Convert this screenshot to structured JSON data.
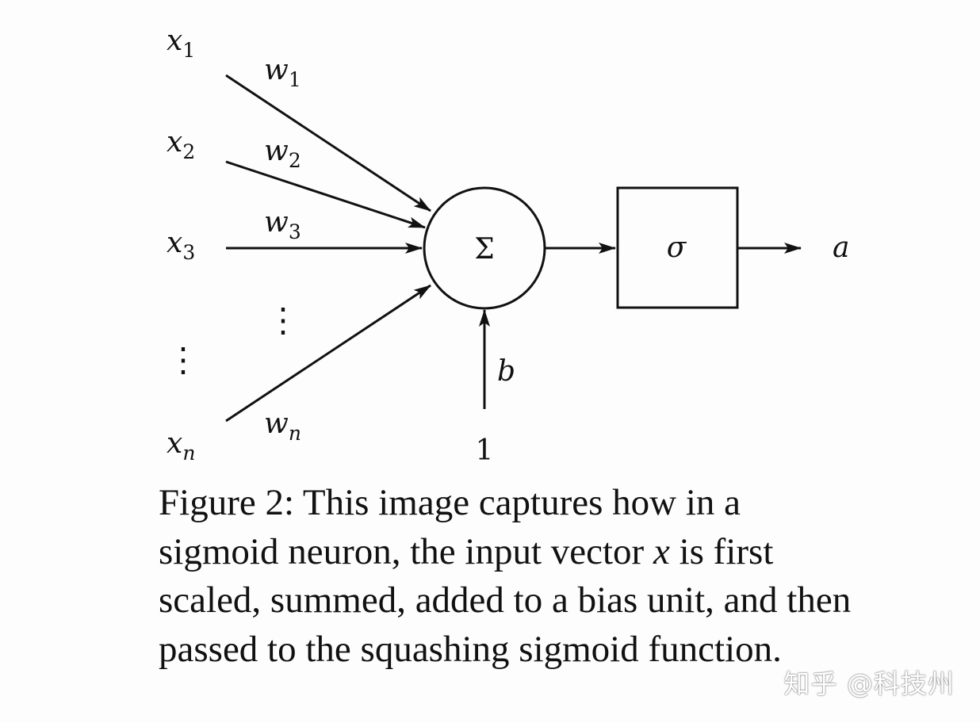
{
  "diagram": {
    "inputs": [
      {
        "var": "x",
        "sub": "1",
        "weight_var": "w",
        "weight_sub": "1"
      },
      {
        "var": "x",
        "sub": "2",
        "weight_var": "w",
        "weight_sub": "2"
      },
      {
        "var": "x",
        "sub": "3",
        "weight_var": "w",
        "weight_sub": "3"
      },
      {
        "var": "x",
        "sub": "n",
        "weight_var": "w",
        "weight_sub": "n"
      }
    ],
    "ellipsis": "⋮",
    "sum_symbol": "Σ",
    "activation_symbol": "σ",
    "output_label": "a",
    "bias_label": "b",
    "bias_input": "1"
  },
  "caption": {
    "before_var": "Figure 2: This image captures how in a sigmoid neuron, the input vector ",
    "var": "x",
    "after_var": " is first scaled, summed, added to a bias unit, and then passed to the squashing sigmoid function."
  },
  "watermark": "知乎 @科技州"
}
